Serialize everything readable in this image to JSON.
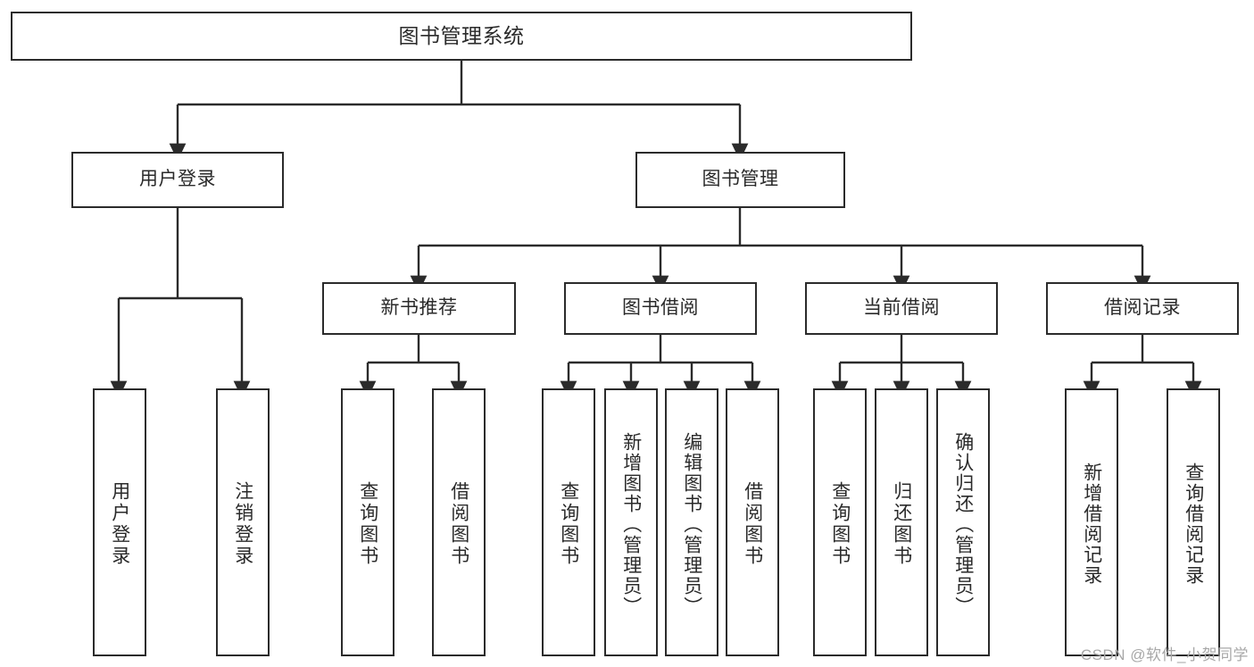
{
  "diagram": {
    "title": "图书管理系统",
    "type": "tree-hierarchy-diagram",
    "watermark": "CSDN @软件_小贺同学",
    "colors": {
      "stroke": "#2b2b2b",
      "fill": "#ffffff",
      "text": "#2a2a2a",
      "watermark": "#a8a8a8"
    },
    "root": {
      "label": "图书管理系统"
    },
    "level2": [
      {
        "label": "用户登录"
      },
      {
        "label": "图书管理"
      }
    ],
    "level3": [
      {
        "label": "新书推荐"
      },
      {
        "label": "图书借阅"
      },
      {
        "label": "当前借阅"
      },
      {
        "label": "借阅记录"
      }
    ],
    "leaves": {
      "user_login": [
        {
          "label": "用户登录"
        },
        {
          "label": "注销登录"
        }
      ],
      "new_book_recommend": [
        {
          "label": "查询图书"
        },
        {
          "label": "借阅图书"
        }
      ],
      "book_borrow": [
        {
          "label": "查询图书"
        },
        {
          "label": "新增图书（管理员）"
        },
        {
          "label": "编辑图书（管理员）"
        },
        {
          "label": "借阅图书"
        }
      ],
      "current_borrow": [
        {
          "label": "查询图书"
        },
        {
          "label": "归还图书"
        },
        {
          "label": "确认归还（管理员）"
        }
      ],
      "borrow_record": [
        {
          "label": "新增借阅记录"
        },
        {
          "label": "查询借阅记录"
        }
      ]
    }
  }
}
